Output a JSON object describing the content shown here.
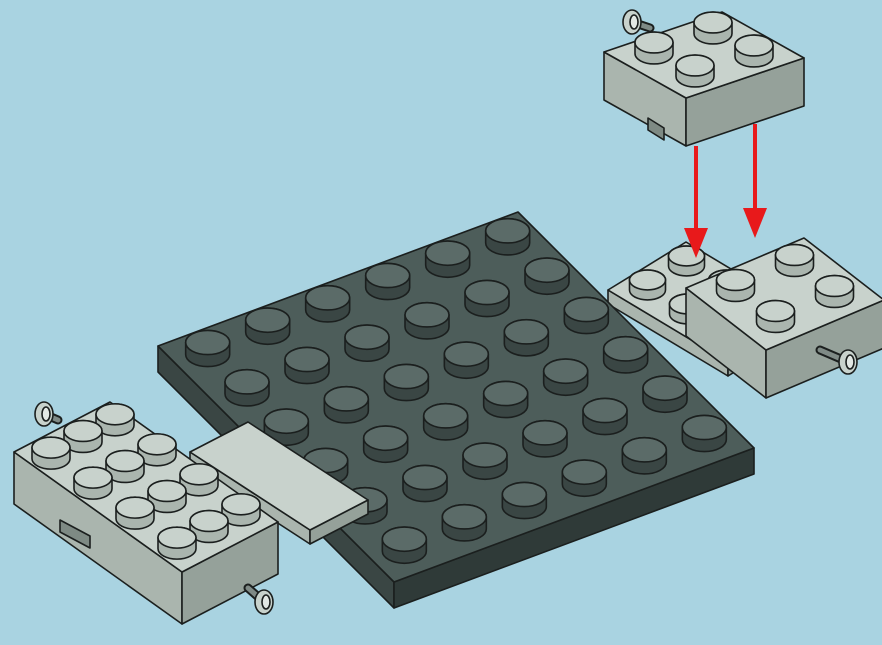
{
  "instruction": {
    "step_count_shown": 0,
    "colors": {
      "background": "#a9d3e1",
      "dark_plate_top": "#4d5d5a",
      "dark_plate_left": "#3a4644",
      "dark_plate_right": "#2f3a38",
      "light_brick_top": "#c8d2cc",
      "light_brick_left": "#aab5ae",
      "light_brick_right": "#95a19a",
      "outline": "#1b1f1e",
      "arrow": "#e8191b"
    },
    "parts": [
      {
        "name": "dark-plate-6x6",
        "icon": "plate-icon"
      },
      {
        "name": "light-brick-left-assembly",
        "icon": "brick-icon"
      },
      {
        "name": "light-plate-connector-left",
        "icon": "plate-icon"
      },
      {
        "name": "light-plate-connector-right",
        "icon": "plate-icon"
      },
      {
        "name": "light-brick-right-assembly",
        "icon": "brick-icon"
      },
      {
        "name": "light-brick-incoming",
        "icon": "brick-icon"
      },
      {
        "name": "placement-arrows",
        "icon": "arrow-down-icon"
      }
    ]
  }
}
